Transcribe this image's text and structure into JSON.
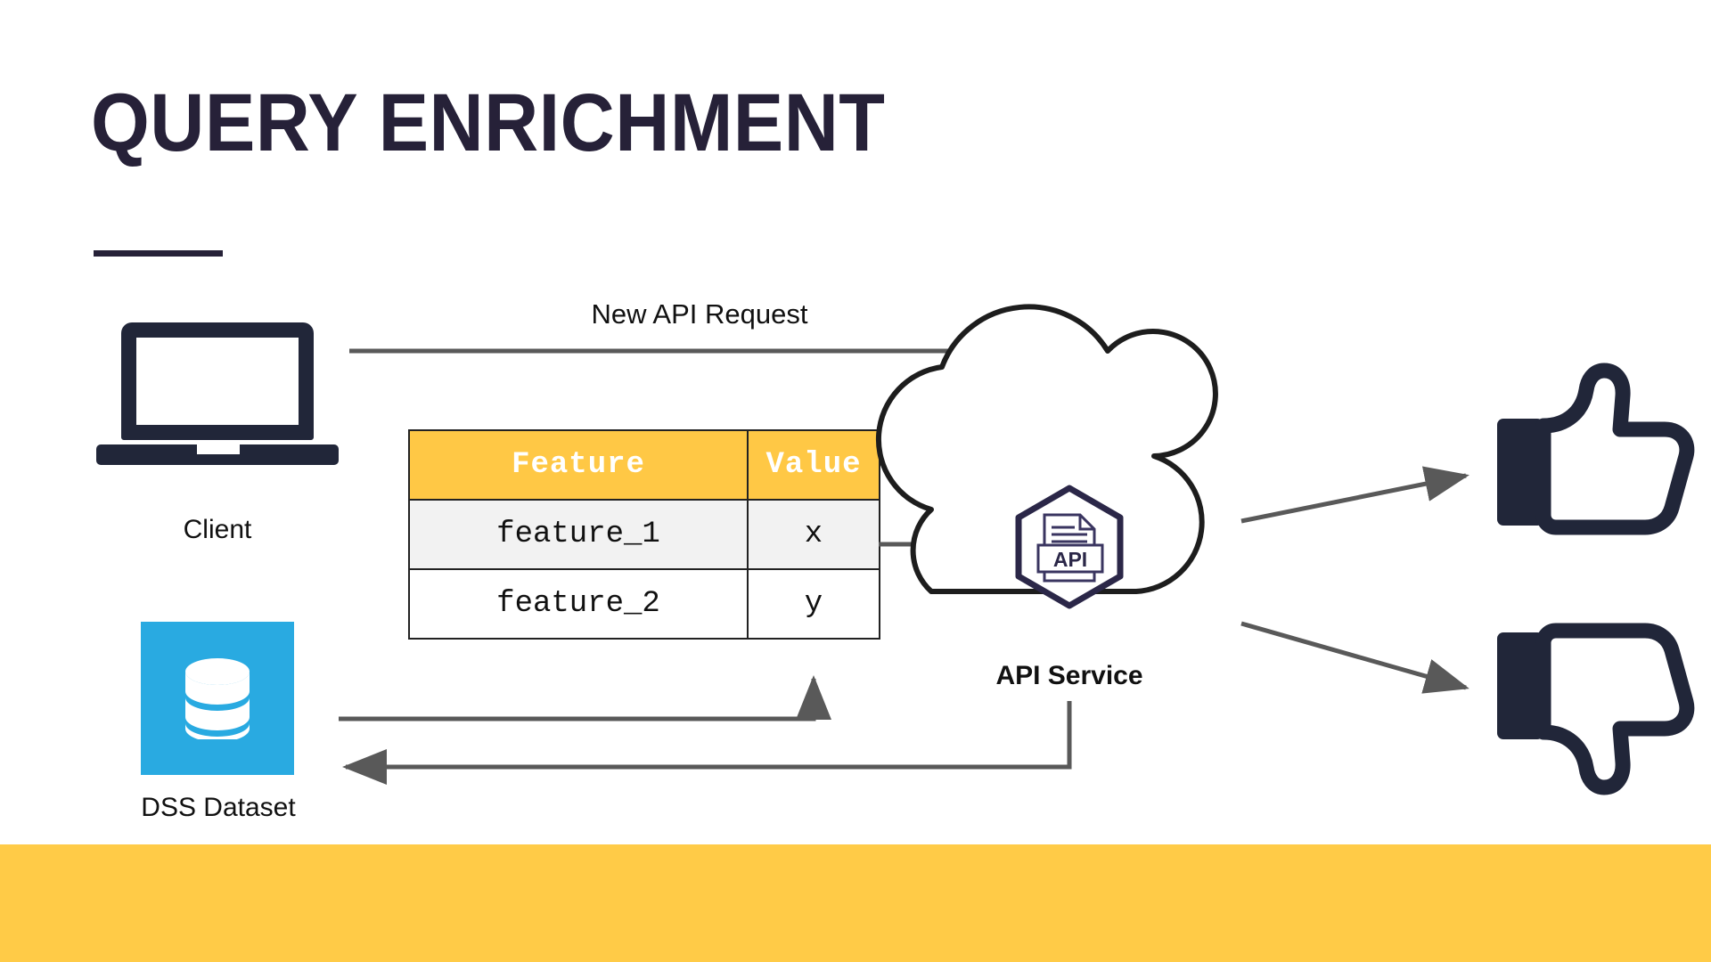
{
  "slide": {
    "title": "QUERY ENRICHMENT",
    "background_color": "#ffffff",
    "accent_color": "#ffcb47",
    "title_color": "#262138"
  },
  "nodes": {
    "client": {
      "label": "Client",
      "icon": "laptop-icon"
    },
    "dataset": {
      "label": "DSS Dataset",
      "icon": "database-icon",
      "tile_color": "#29aae1"
    },
    "api_service": {
      "label": "API Service",
      "icon": "cloud-icon",
      "badge": "API"
    },
    "thumbs_up": {
      "icon": "thumbs-up-icon"
    },
    "thumbs_down": {
      "icon": "thumbs-down-icon"
    }
  },
  "connectors": {
    "request": {
      "label": "New API Request",
      "from": "client",
      "to": "api_service"
    },
    "lookup": {
      "label": "",
      "from": "api_service",
      "to": "dataset"
    },
    "enrich": {
      "label": "",
      "from": "dataset",
      "to": "table"
    },
    "serve": {
      "label": "",
      "from": "table",
      "to": "api_service"
    },
    "positive": {
      "label": "",
      "from": "api_service",
      "to": "thumbs_up"
    },
    "negative": {
      "label": "",
      "from": "api_service",
      "to": "thumbs_down"
    }
  },
  "table": {
    "headers": [
      "Feature",
      "Value"
    ],
    "header_bg": "#ffc845",
    "header_color": "#ffffff",
    "rows": [
      {
        "feature": "feature_1",
        "value": "x"
      },
      {
        "feature": "feature_2",
        "value": "y"
      }
    ]
  }
}
